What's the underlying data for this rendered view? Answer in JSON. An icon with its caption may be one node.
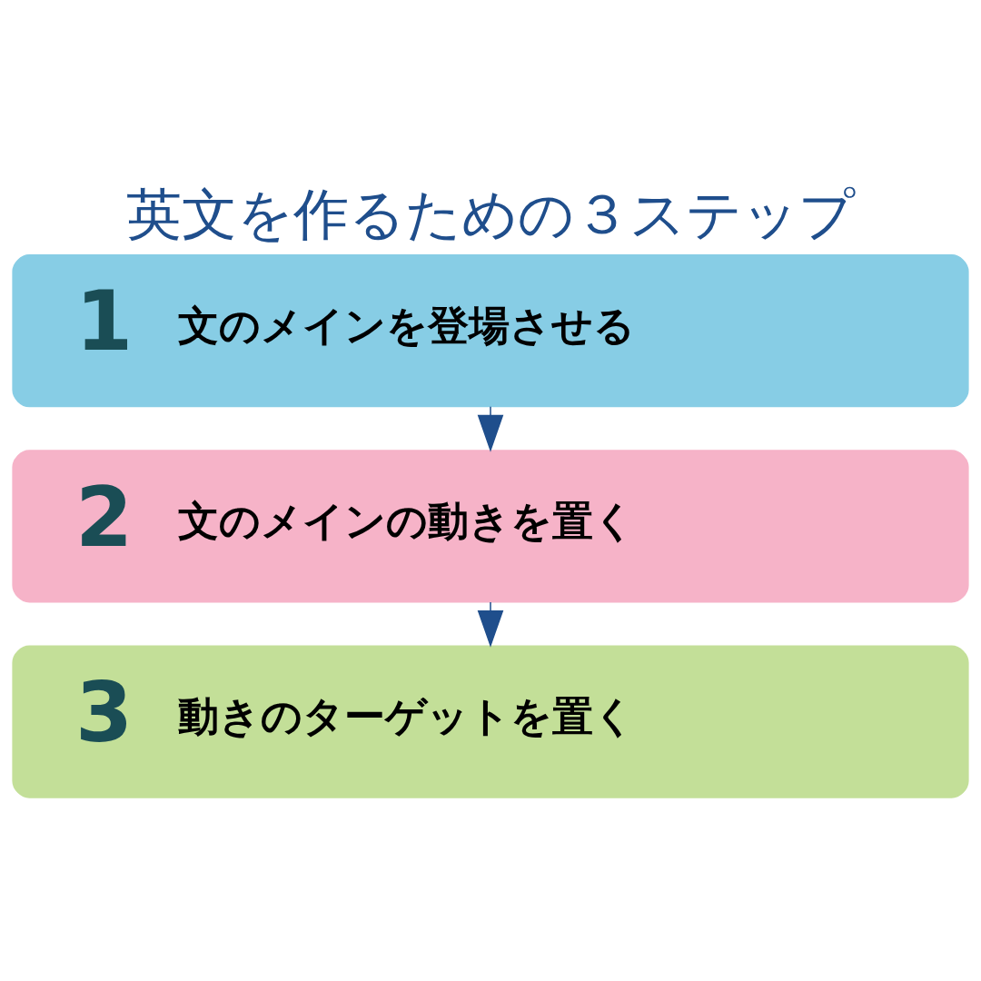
{
  "diagram": {
    "title": "英文を作るための３ステップ",
    "nodes": [
      {
        "text": [
          "1",
          "文のメインを登場させる"
        ]
      },
      {
        "text": [
          "2",
          "文のメインの動きを置く"
        ]
      },
      {
        "text": [
          "3",
          "動きのターゲットを置く"
        ]
      }
    ],
    "edges": [
      {
        "from": 0,
        "to": 1,
        "arrow": "to"
      },
      {
        "from": 1,
        "to": 2,
        "arrow": "to"
      }
    ]
  }
}
